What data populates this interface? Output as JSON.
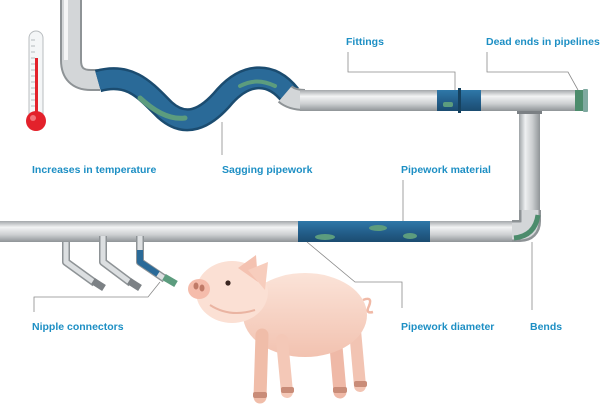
{
  "labels": {
    "temperature": "Increases in temperature",
    "sagging": "Sagging pipework",
    "fittings": "Fittings",
    "dead_ends": "Dead ends in pipelines",
    "material": "Pipework material",
    "nipple": "Nipple connectors",
    "diameter": "Pipework diameter",
    "bends": "Bends"
  },
  "colors": {
    "label": "#1d8fc4",
    "pipe": "#c8cbcd",
    "biofilm": "#24608c",
    "biofilm_spots": "#5c9c7e",
    "leader_line": "#8a8a8a",
    "thermometer_red": "#e3212b"
  }
}
